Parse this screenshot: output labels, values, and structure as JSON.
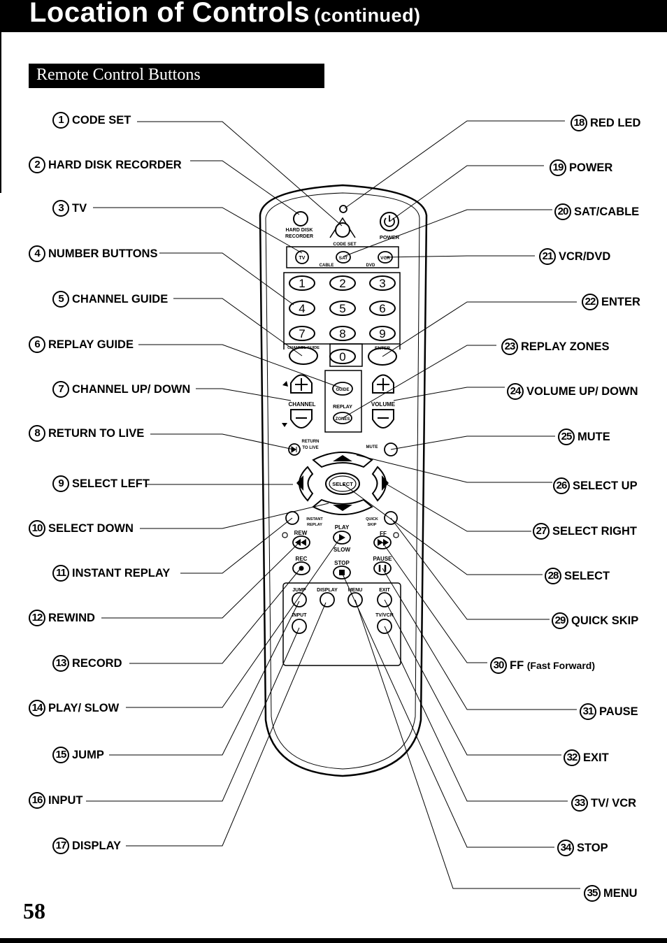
{
  "header": {
    "title": "Location of Controls",
    "subtitle": "(continued)"
  },
  "section": {
    "title": "Remote Control Buttons"
  },
  "page_number": "58",
  "callouts_left": [
    {
      "num": "1",
      "label": "CODE SET"
    },
    {
      "num": "2",
      "label": "HARD DISK RECORDER"
    },
    {
      "num": "3",
      "label": "TV"
    },
    {
      "num": "4",
      "label": "NUMBER BUTTONS"
    },
    {
      "num": "5",
      "label": "CHANNEL GUIDE"
    },
    {
      "num": "6",
      "label": "REPLAY GUIDE"
    },
    {
      "num": "7",
      "label": "CHANNEL UP/ DOWN"
    },
    {
      "num": "8",
      "label": "RETURN TO LIVE"
    },
    {
      "num": "9",
      "label": "SELECT LEFT"
    },
    {
      "num": "10",
      "label": "SELECT DOWN"
    },
    {
      "num": "11",
      "label": "INSTANT REPLAY"
    },
    {
      "num": "12",
      "label": "REWIND"
    },
    {
      "num": "13",
      "label": "RECORD"
    },
    {
      "num": "14",
      "label": "PLAY/ SLOW"
    },
    {
      "num": "15",
      "label": "JUMP"
    },
    {
      "num": "16",
      "label": "INPUT"
    },
    {
      "num": "17",
      "label": "DISPLAY"
    }
  ],
  "callouts_right": [
    {
      "num": "18",
      "label": "RED LED"
    },
    {
      "num": "19",
      "label": "POWER"
    },
    {
      "num": "20",
      "label": "SAT/CABLE"
    },
    {
      "num": "21",
      "label": "VCR/DVD"
    },
    {
      "num": "22",
      "label": "ENTER"
    },
    {
      "num": "23",
      "label": "REPLAY ZONES"
    },
    {
      "num": "24",
      "label": "VOLUME UP/ DOWN"
    },
    {
      "num": "25",
      "label": "MUTE"
    },
    {
      "num": "26",
      "label": "SELECT UP"
    },
    {
      "num": "27",
      "label": "SELECT RIGHT"
    },
    {
      "num": "28",
      "label": "SELECT"
    },
    {
      "num": "29",
      "label": "QUICK SKIP"
    },
    {
      "num": "30",
      "label": "FF",
      "label_small": "(Fast Forward)"
    },
    {
      "num": "31",
      "label": "PAUSE"
    },
    {
      "num": "32",
      "label": "EXIT"
    },
    {
      "num": "33",
      "label": "TV/ VCR"
    },
    {
      "num": "34",
      "label": "STOP"
    },
    {
      "num": "35",
      "label": "MENU"
    }
  ],
  "remote": {
    "hard_disk": "HARD DISK",
    "recorder": "RECORDER",
    "code_set": "CODE SET",
    "power": "POWER",
    "tv": "TV",
    "sat": "SAT",
    "vcr": "VCR",
    "cable": "CABLE",
    "dvd": "DVD",
    "digits": [
      "1",
      "2",
      "3",
      "4",
      "5",
      "6",
      "7",
      "8",
      "9",
      "0"
    ],
    "channel_guide": "CHANNEL GUIDE",
    "enter": "ENTER",
    "guide": "GUIDE",
    "zones": "ZONES",
    "channel": "CHANNEL",
    "replay": "REPLAY",
    "volume": "VOLUME",
    "return_to_live": "RETURN",
    "to_live": "TO LIVE",
    "mute": "MUTE",
    "select": "SELECT",
    "instant": "INSTANT",
    "instant_replay": "REPLAY",
    "quick": "QUICK",
    "skip": "SKIP",
    "rew": "REW",
    "play": "PLAY",
    "slow": "SLOW",
    "ff": "FF",
    "rec": "REC",
    "stop": "STOP",
    "pause": "PAUSE",
    "jump": "JUMP",
    "display": "DISPLAY",
    "menu": "MENU",
    "exit": "EXIT",
    "input": "INPUT",
    "tvvcr": "TV/VCR"
  }
}
